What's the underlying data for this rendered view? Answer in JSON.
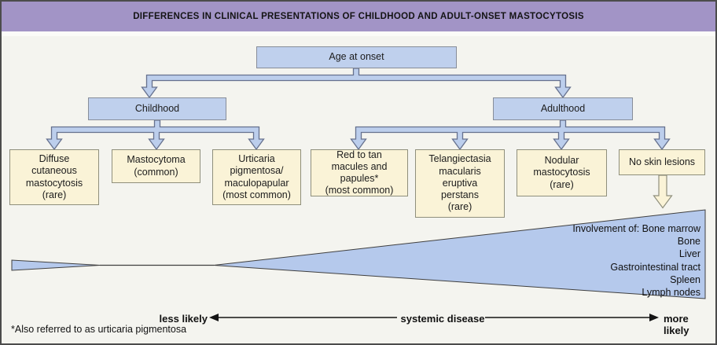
{
  "header": {
    "title": "DIFFERENCES IN CLINICAL PRESENTATIONS OF CHILDHOOD AND ADULT-ONSET MASTOCYTOSIS"
  },
  "flowchart": {
    "root_label": "Age at onset",
    "branches": {
      "childhood": "Childhood",
      "adulthood": "Adulthood"
    },
    "childhood_boxes": [
      "Diffuse\ncutaneous\nmastocytosis\n(rare)",
      "Mastocytoma\n(common)",
      "Urticaria\npigmentosa/\nmaculopapular\n(most common)"
    ],
    "adulthood_boxes": [
      "Red to tan\nmacules and papules*\n(most common)",
      "Telangiectasia\nmacularis\neruptiva\nperstans\n(rare)",
      "Nodular\nmastocytosis\n(rare)",
      "No skin lesions"
    ]
  },
  "wedge": {
    "lines": [
      "Involvement of:  Bone marrow",
      "Bone",
      "Liver",
      "Gastrointestinal tract",
      "Spleen",
      "Lymph nodes"
    ]
  },
  "axis": {
    "left_label": "less likely",
    "center_label": "systemic disease",
    "right_label": "more likely"
  },
  "footnote": "*Also referred to as urticaria pigmentosa",
  "colors": {
    "header_bg": "#a294c6",
    "box_blue": "#bfd0ed",
    "box_cream": "#faf3d7",
    "wedge_blue": "#b5c9ec",
    "connector_fill": "#bcceec",
    "connector_outline": "#66718e",
    "background": "#f4f4ef"
  }
}
